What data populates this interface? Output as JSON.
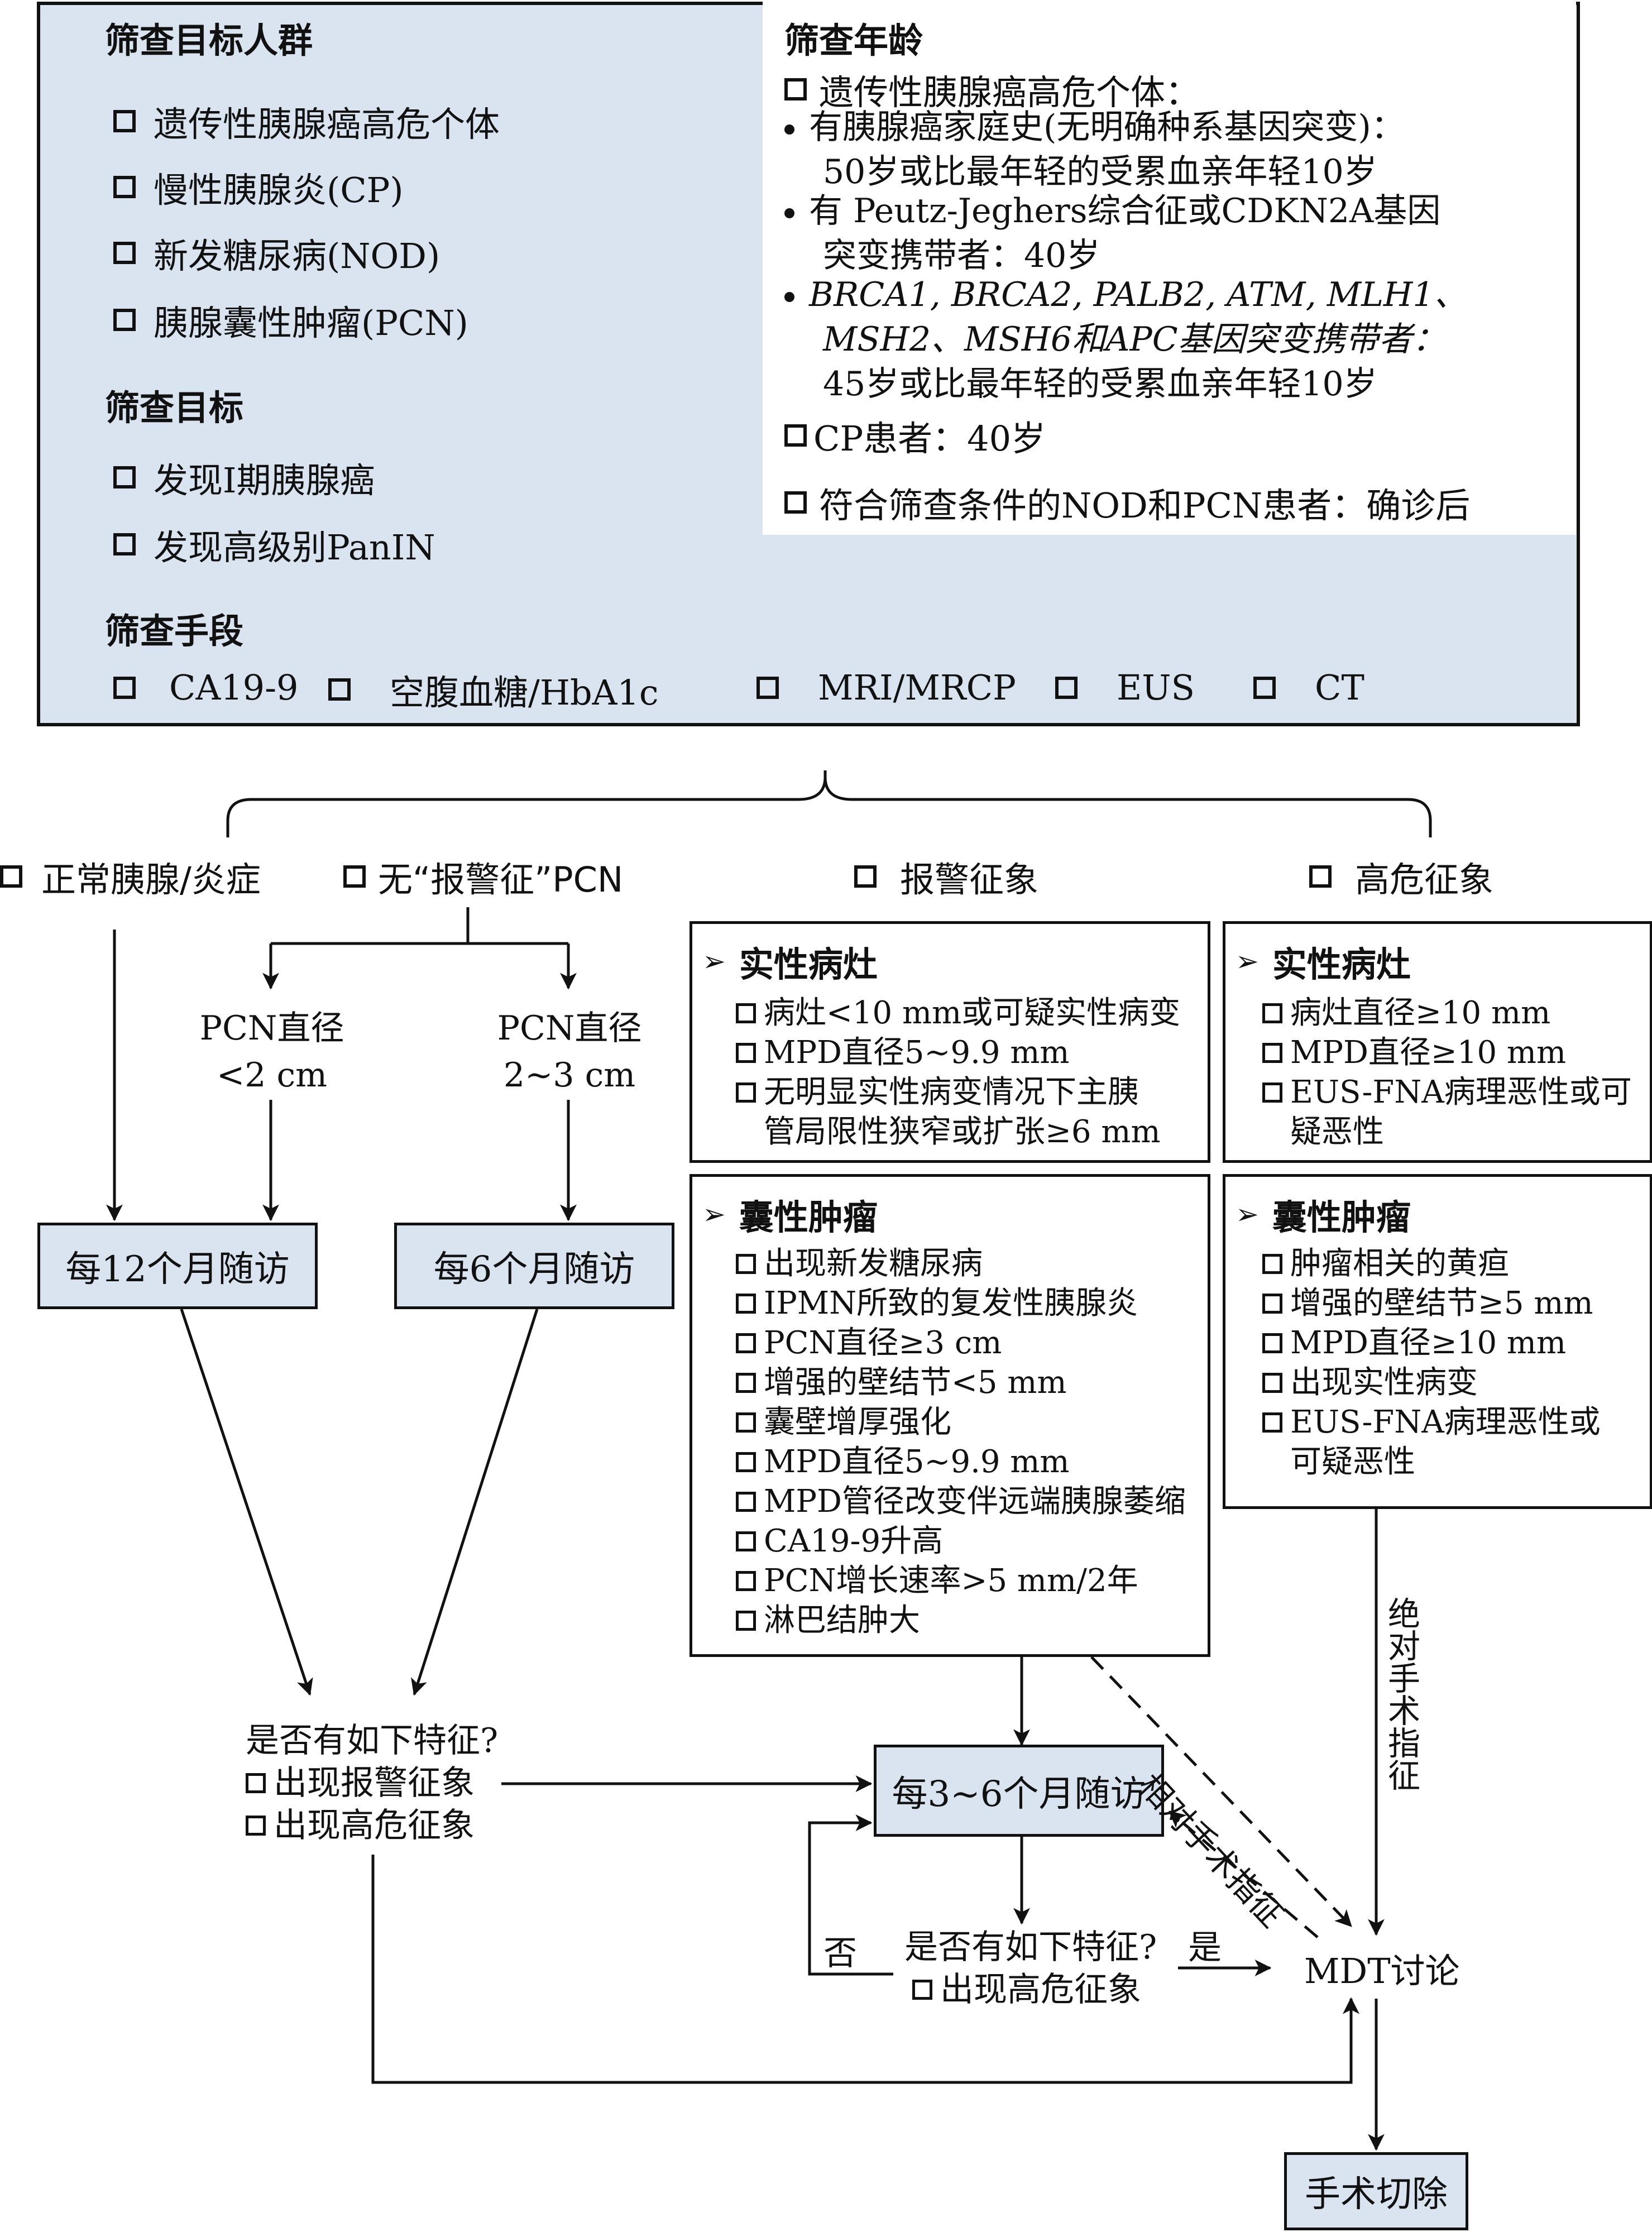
{
  "top": {
    "target_title": "筛查目标人群",
    "targets": [
      "遗传性胰腺癌高危个体",
      "慢性胰腺炎(CP)",
      "新发糖尿病(NOD)",
      "胰腺囊性肿瘤(PCN)"
    ],
    "goal_title": "筛查目标",
    "goals": [
      "发现Ⅰ期胰腺癌",
      "发现高级别PanIN"
    ],
    "means_title": "筛查手段",
    "means": [
      "CA19-9",
      "空腹血糖/HbA1c",
      "MRI/MRCP",
      "EUS",
      "CT"
    ],
    "age_title": "筛查年龄",
    "age_hereditary": "遗传性胰腺癌高危个体：",
    "age_bullets": [
      [
        "有胰腺癌家庭史(无明确种系基因突变)：",
        "50岁或比最年轻的受累血亲年轻10岁"
      ],
      [
        "有 Peutz-Jeghers综合征或CDKN2A基因",
        "突变携带者：40岁"
      ],
      [
        "BRCA1, BRCA2, PALB2, ATM, MLH1、",
        "MSH2、MSH6和APC基因突变携带者：",
        "45岁或比最年轻的受累血亲年轻10岁"
      ]
    ],
    "age_cp": "CP患者：40岁",
    "age_nod": "符合筛查条件的NOD和PCN患者：确诊后"
  },
  "categories": {
    "normal": "正常胰腺/炎症",
    "no_alarm": "无“报警征”PCN",
    "alarm": "报警征象",
    "high_risk": "高危征象"
  },
  "pcn_small": [
    "PCN直径",
    "<2 cm"
  ],
  "pcn_mid": [
    "PCN直径",
    "2~3 cm"
  ],
  "follow_12": "每12个月随访",
  "follow_6": "每6个月随访",
  "alarm_solid": {
    "title": "实性病灶",
    "items": [
      [
        "病灶<10 mm或可疑实性病变"
      ],
      [
        "MPD直径5~9.9 mm"
      ],
      [
        "无明显实性病变情况下主胰",
        "管局限性狭窄或扩张≥6 mm"
      ]
    ]
  },
  "alarm_cyst": {
    "title": "囊性肿瘤",
    "items": [
      "出现新发糖尿病",
      "IPMN所致的复发性胰腺炎",
      "PCN直径≥3 cm",
      "增强的壁结节<5 mm",
      "囊壁增厚强化",
      "MPD直径5~9.9 mm",
      "MPD管径改变伴远端胰腺萎缩",
      "CA19-9升高",
      "PCN增长速率>5 mm/2年",
      "淋巴结肿大"
    ]
  },
  "high_solid": {
    "title": "实性病灶",
    "items": [
      [
        "病灶直径≥10 mm"
      ],
      [
        "MPD直径≥10 mm"
      ],
      [
        "EUS-FNA病理恶性或可",
        "疑恶性"
      ]
    ]
  },
  "high_cyst": {
    "title": "囊性肿瘤",
    "items": [
      [
        "肿瘤相关的黄疸"
      ],
      [
        "增强的壁结节≥5 mm"
      ],
      [
        "MPD直径≥10 mm"
      ],
      [
        "出现实性病变"
      ],
      [
        "EUS-FNA病理恶性或",
        "可疑恶性"
      ]
    ]
  },
  "check1": {
    "question": "是否有如下特征?",
    "items": [
      "出现报警征象",
      "出现高危征象"
    ]
  },
  "follow_3_6": "每3~6个月随访",
  "check2": {
    "question": "是否有如下特征?",
    "items": [
      "出现高危征象"
    ]
  },
  "no_label": "否",
  "yes_label": "是",
  "relative_label": "相对手术指征",
  "absolute_label": "绝对手术指征",
  "mdt": "MDT讨论",
  "surgery": "手术切除"
}
